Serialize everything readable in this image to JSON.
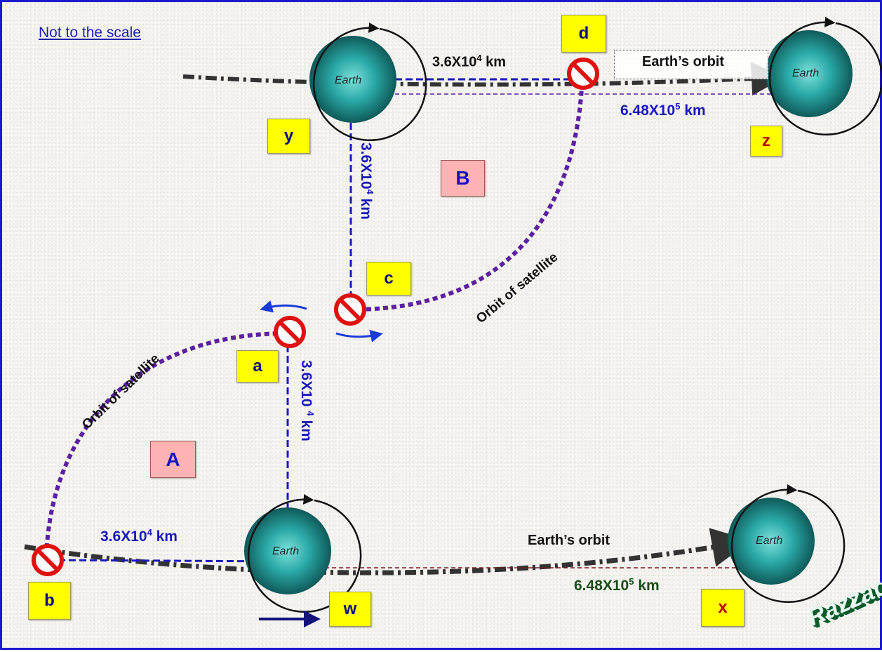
{
  "note": "Not to the scale",
  "earth_label": "Earth",
  "point_labels": {
    "a": "a",
    "b": "b",
    "c": "c",
    "d": "d",
    "w": "w",
    "x": "x",
    "y": "y",
    "z": "z"
  },
  "region_labels": {
    "A": "A",
    "B": "B"
  },
  "distances": {
    "top_horizontal": {
      "base": "3.6X10",
      "exp": "4",
      "unit": " km"
    },
    "top_vertical": {
      "base": "3.6X10",
      "exp": "4",
      "unit": " km"
    },
    "mid_vertical": {
      "base": "3.6X10 ",
      "exp": "4",
      "unit": " km"
    },
    "bottom_horizontal": {
      "base": "3.6X10",
      "exp": "4",
      "unit": " km"
    },
    "top_orbit_gap": {
      "base": "6.48X10",
      "exp": "5",
      "unit": " km"
    },
    "bottom_orbit_gap": {
      "base": "6.48X10",
      "exp": "5",
      "unit": " km"
    }
  },
  "orbit_labels": {
    "earth_top": "Earth’s orbit",
    "earth_bottom": "Earth’s orbit",
    "satellite_left": "Orbit of satellite",
    "satellite_right": "Orbit of satellite"
  },
  "signature": "Razzaq",
  "colors": {
    "border": "#1c1ccf",
    "earth": "#2aa9a6",
    "satellite_orbit": "#5b1fa0",
    "earth_orbit": "#333333",
    "distance_line": "#1a1ab8",
    "marker": "#e01010",
    "label_bg": "#ffff00",
    "region_bg": "#ffb3b3"
  }
}
